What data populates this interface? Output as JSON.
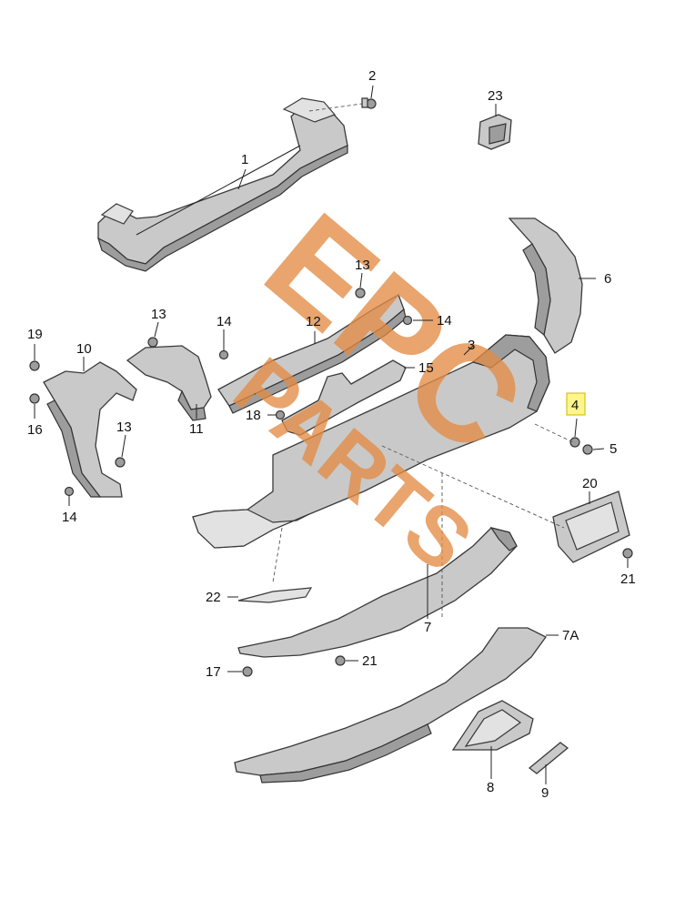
{
  "callouts": {
    "c1": "1",
    "c2": "2",
    "c3": "3",
    "c4": "4",
    "c5": "5",
    "c6": "6",
    "c7": "7",
    "c7a": "7A",
    "c8": "8",
    "c9": "9",
    "c10": "10",
    "c11": "11",
    "c12": "12",
    "c13a": "13",
    "c13b": "13",
    "c13c": "13",
    "c14a": "14",
    "c14b": "14",
    "c14c": "14",
    "c15": "15",
    "c16": "16",
    "c17": "17",
    "c18": "18",
    "c19": "19",
    "c20": "20",
    "c21a": "21",
    "c21b": "21",
    "c22": "22",
    "c23": "23"
  },
  "highlight": {
    "color": "#fff58a",
    "callout": "4"
  },
  "watermark": {
    "line1": "EPC",
    "line2": "PARTS",
    "color": "#e38c45"
  }
}
